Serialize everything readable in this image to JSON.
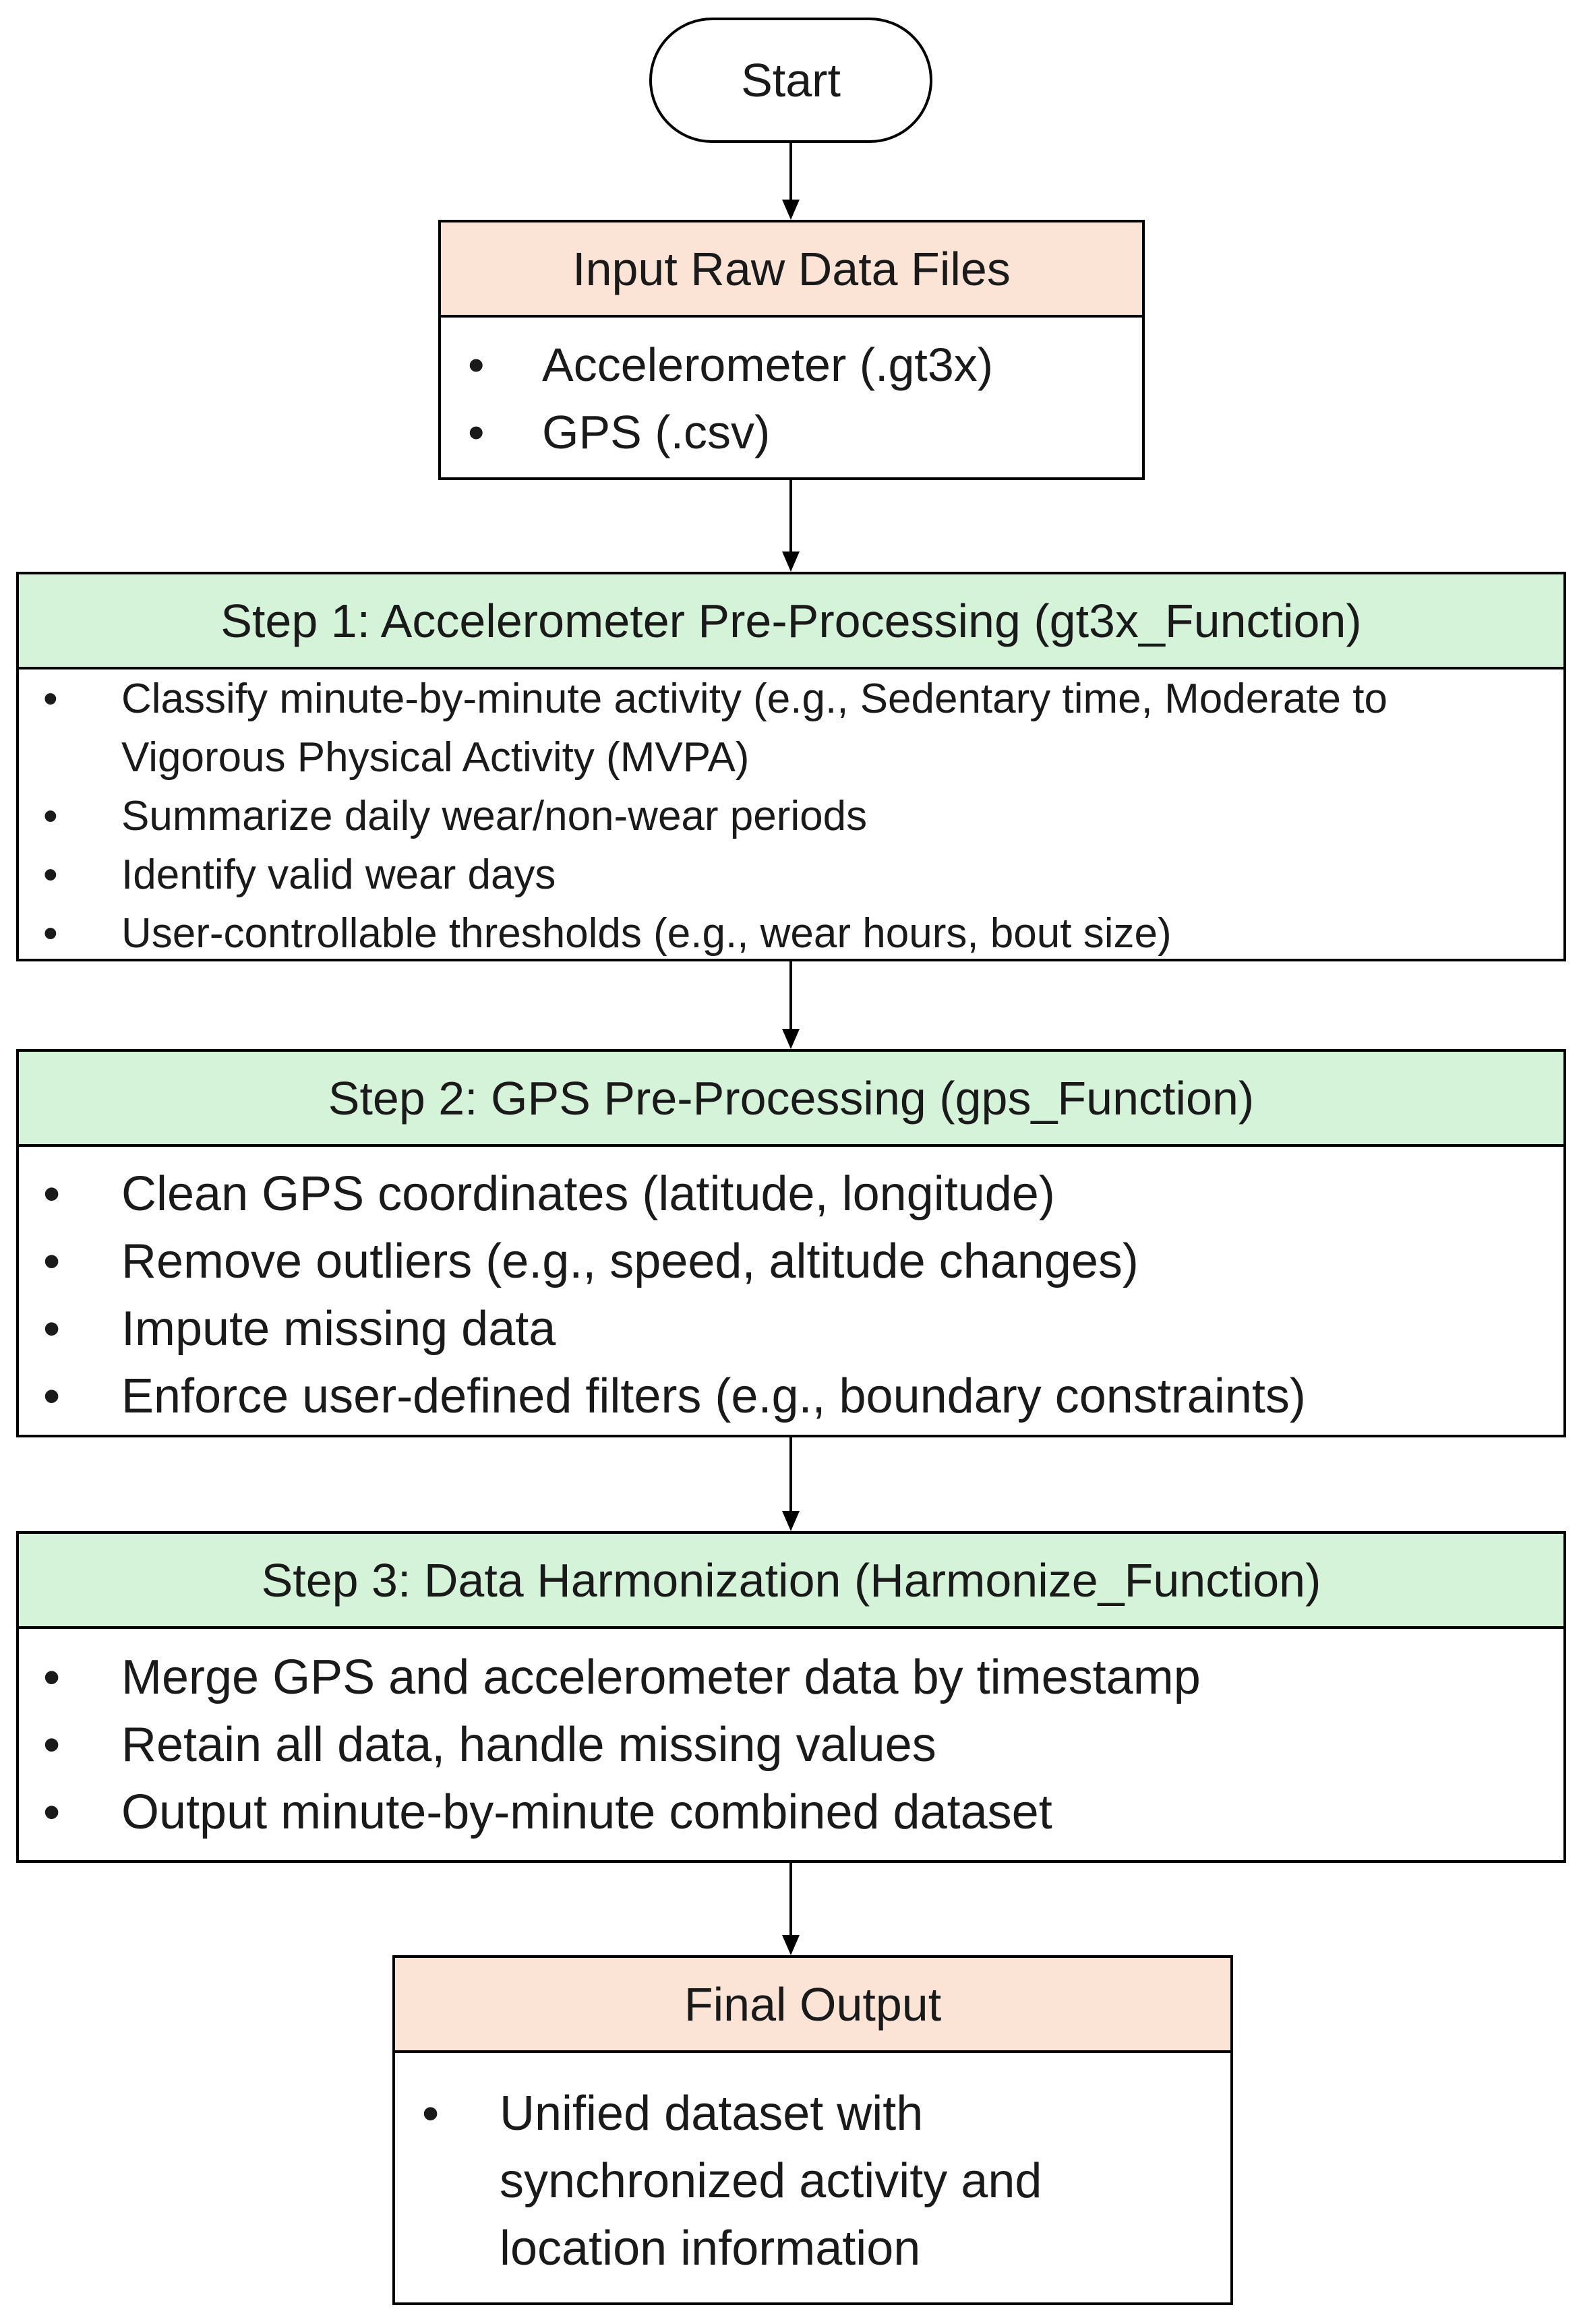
{
  "start": {
    "label": "Start"
  },
  "input": {
    "title": "Input Raw Data Files",
    "items": [
      "Accelerometer (.gt3x)",
      "GPS (.csv)"
    ]
  },
  "step1": {
    "title": "Step 1: Accelerometer Pre-Processing (gt3x_Function)",
    "items": [
      "Classify minute-by-minute activity (e.g., Sedentary time, Moderate to Vigorous Physical Activity (MVPA)",
      "Summarize daily wear/non-wear periods",
      "Identify valid wear days",
      "User-controllable thresholds (e.g., wear hours, bout size)"
    ]
  },
  "step2": {
    "title": "Step 2: GPS Pre-Processing (gps_Function)",
    "items": [
      "Clean GPS coordinates (latitude, longitude)",
      "Remove outliers (e.g., speed, altitude changes)",
      "Impute missing data",
      "Enforce user-defined filters (e.g., boundary constraints)"
    ]
  },
  "step3": {
    "title": "Step 3: Data Harmonization (Harmonize_Function)",
    "items": [
      "Merge GPS and accelerometer data by timestamp",
      "Retain all data, handle missing values",
      "Output minute-by-minute combined dataset"
    ]
  },
  "final": {
    "title": "Final Output",
    "items": [
      "Unified dataset with synchronized activity and location information"
    ]
  },
  "colors": {
    "peach_header": "#fbe3d6",
    "green_header": "#d5f3d9",
    "border": "#000000"
  }
}
